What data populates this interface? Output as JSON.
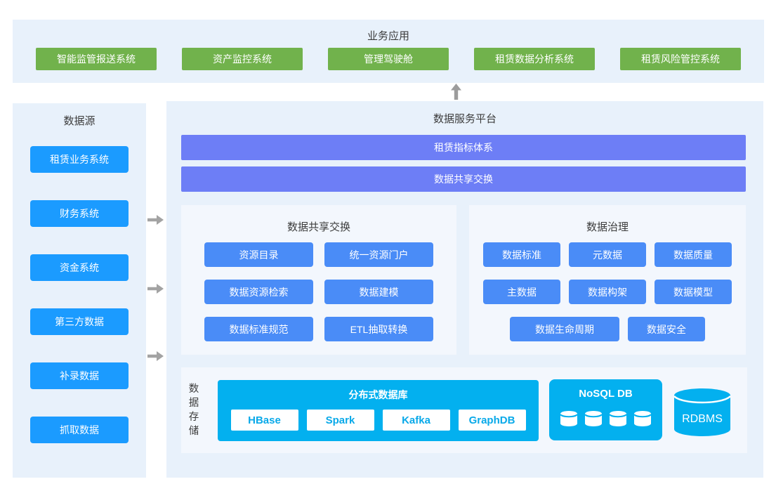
{
  "colors": {
    "panel_bg": "#e8f1fb",
    "subpanel_bg": "#f3f7fd",
    "app_green": "#71b24c",
    "source_blue": "#1b9bff",
    "module_blue": "#4a8cf7",
    "layer_purple": "#6d7ef6",
    "storage_cyan": "#03b0ef",
    "arrow_gray": "#a3a3a3",
    "heading_text": "#3c3c3c"
  },
  "business_apps": {
    "title": "业务应用",
    "apps": [
      "智能监管报送系统",
      "资产监控系统",
      "管理驾驶舱",
      "租赁数据分析系统",
      "租赁风险管控系统"
    ]
  },
  "data_sources": {
    "title": "数据源",
    "systems": [
      "租赁业务系统",
      "财务系统",
      "资金系统",
      "第三方数据",
      "补录数据",
      "抓取数据"
    ]
  },
  "platform": {
    "title": "数据服务平台",
    "layer_bars": [
      "租赁指标体系",
      "数据共享交换"
    ],
    "share_exchange": {
      "title": "数据共享交换",
      "modules": [
        "资源目录",
        "统一资源门户",
        "数据资源检索",
        "数据建模",
        "数据标准规范",
        "ETL抽取转换"
      ]
    },
    "governance": {
      "title": "数据治理",
      "modules": [
        "数据标准",
        "元数据",
        "数据质量",
        "主数据",
        "数据构架",
        "数据模型",
        "数据生命周期",
        "数据安全"
      ]
    },
    "storage": {
      "label": "数据存储",
      "distributed_db": {
        "title": "分布式数据库",
        "engines": [
          "HBase",
          "Spark",
          "Kafka",
          "GraphDB"
        ]
      },
      "nosql": {
        "title": "NoSQL DB",
        "cylinder_count": 4
      },
      "rdbms": {
        "label": "RDBMS"
      }
    }
  }
}
